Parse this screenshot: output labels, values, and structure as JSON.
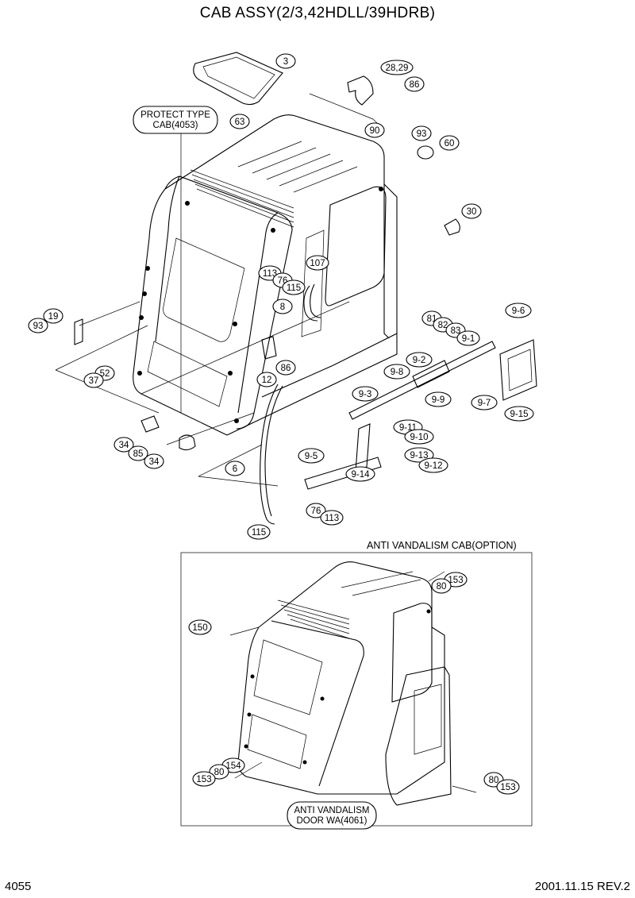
{
  "title": "CAB ASSY(2/3,42HDLL/39HDRB)",
  "footer": {
    "page": "4055",
    "date_rev": "2001.11.15  REV.2"
  },
  "notes": {
    "protect_type_1": "PROTECT TYPE",
    "protect_type_2": "CAB(4053)",
    "anti_vandalism_cab": "ANTI VANDALISM CAB(OPTION)",
    "anti_door_1": "ANTI VANDALISM",
    "anti_door_2": "DOOR WA(4061)"
  },
  "callouts": [
    "3",
    "28,29",
    "86",
    "63",
    "90",
    "93",
    "60",
    "30",
    "107",
    "113",
    "76",
    "115",
    "8",
    "81",
    "82",
    "83",
    "9-6",
    "9-1",
    "19",
    "93",
    "9-2",
    "9-8",
    "52",
    "37",
    "12",
    "86",
    "9-3",
    "9-9",
    "9-7",
    "9-15",
    "9-11",
    "9-10",
    "34",
    "85",
    "34",
    "9-5",
    "9-14",
    "9-13",
    "9-12",
    "6",
    "76",
    "113",
    "115",
    "153",
    "80",
    "150",
    "154",
    "80",
    "153",
    "80",
    "153"
  ]
}
